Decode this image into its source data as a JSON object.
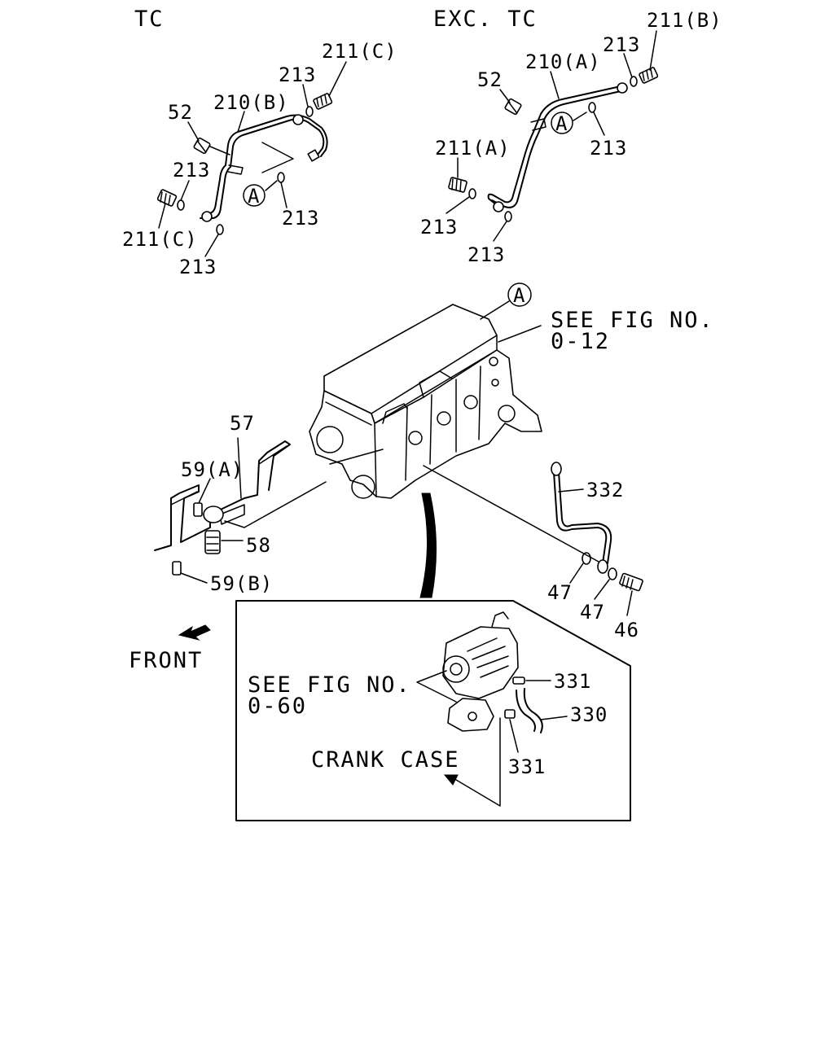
{
  "headings": {
    "tc": "TC",
    "exc_tc": "EXC. TC",
    "front": "FRONT",
    "see_fig_block_line1": "SEE FIG NO.",
    "see_fig_block_line2": "0-12",
    "see_fig_alt_line1": "SEE FIG NO.",
    "see_fig_alt_line2": "0-60",
    "crank_case": "CRANK CASE"
  },
  "callout_marker": "A",
  "part_labels": {
    "tc_211c_top": "211(C)",
    "tc_213_top": "213",
    "tc_210b": "210(B)",
    "tc_52": "52",
    "tc_213_left": "213",
    "tc_213_mid": "213",
    "tc_211c_bottom": "211(C)",
    "tc_213_bottom": "213",
    "exc_211b": "211(B)",
    "exc_213_top": "213",
    "exc_210a": "210(A)",
    "exc_52": "52",
    "exc_213_right": "213",
    "exc_211a": "211(A)",
    "exc_213_left": "213",
    "exc_213_bottom": "213",
    "p57": "57",
    "p59a": "59(A)",
    "p58": "58",
    "p59b": "59(B)",
    "p332": "332",
    "p47_left": "47",
    "p47_right": "47",
    "p46": "46",
    "p331_top": "331",
    "p330": "330",
    "p331_bottom": "331"
  }
}
